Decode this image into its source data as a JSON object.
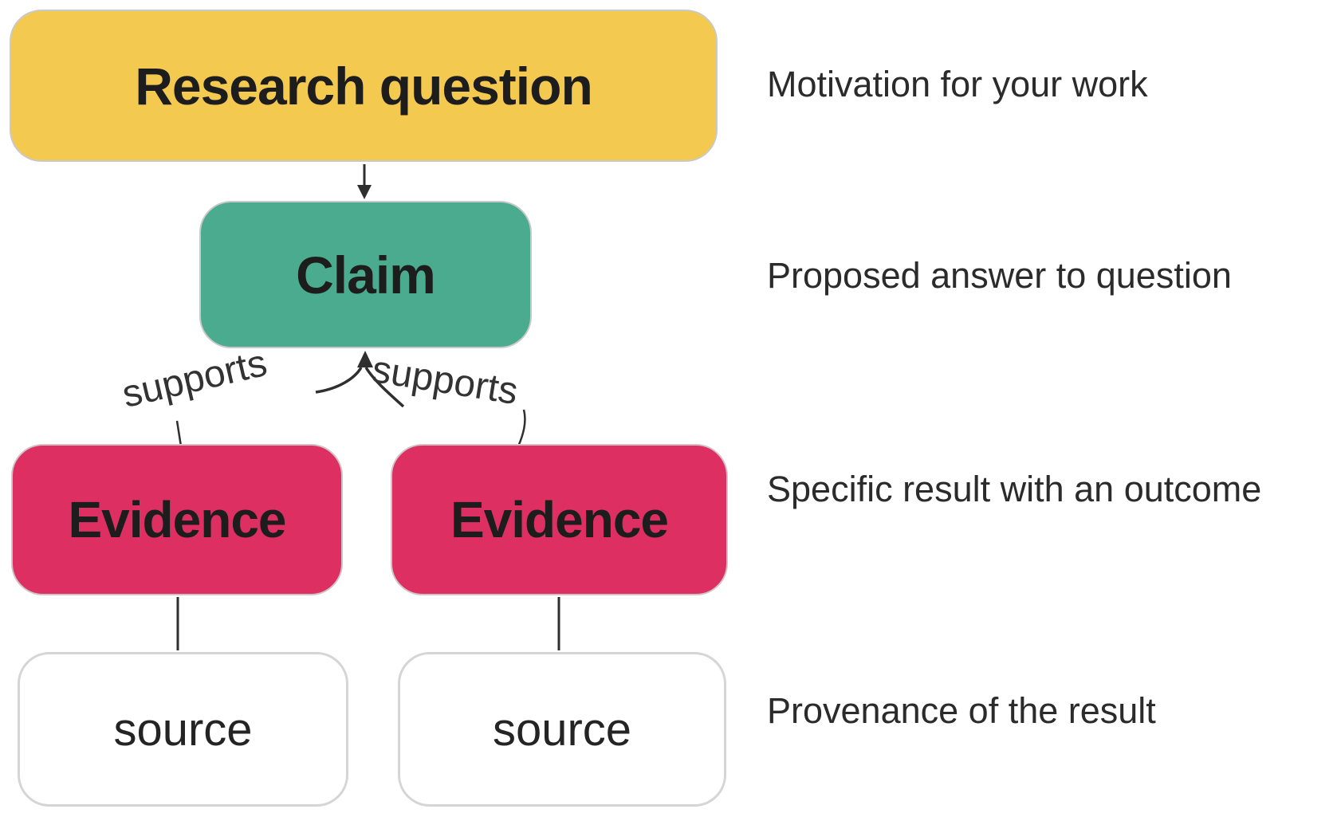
{
  "nodes": {
    "research_question": {
      "label": "Research question",
      "fill": "#F4C94F"
    },
    "claim": {
      "label": "Claim",
      "fill": "#4BAB8E"
    },
    "evidence_left": {
      "label": "Evidence",
      "fill": "#DE2F62"
    },
    "evidence_right": {
      "label": "Evidence",
      "fill": "#DE2F62"
    },
    "source_left": {
      "label": "source",
      "fill": "#FFFFFF"
    },
    "source_right": {
      "label": "source",
      "fill": "#FFFFFF"
    }
  },
  "edges": {
    "supports_left_label": "supports",
    "supports_right_label": "supports"
  },
  "annotations": {
    "research_question": "Motivation for your work",
    "claim": "Proposed answer to question",
    "evidence": "Specific result with an outcome",
    "source": "Provenance of the result"
  },
  "colors": {
    "background": "#FFFFFF",
    "node_border": "#C9C9C9",
    "source_border": "#D5D5D5",
    "arrow": "#2F2F2F",
    "node_text": "#1D1D1D",
    "annotation_text": "#2B2B2B"
  }
}
